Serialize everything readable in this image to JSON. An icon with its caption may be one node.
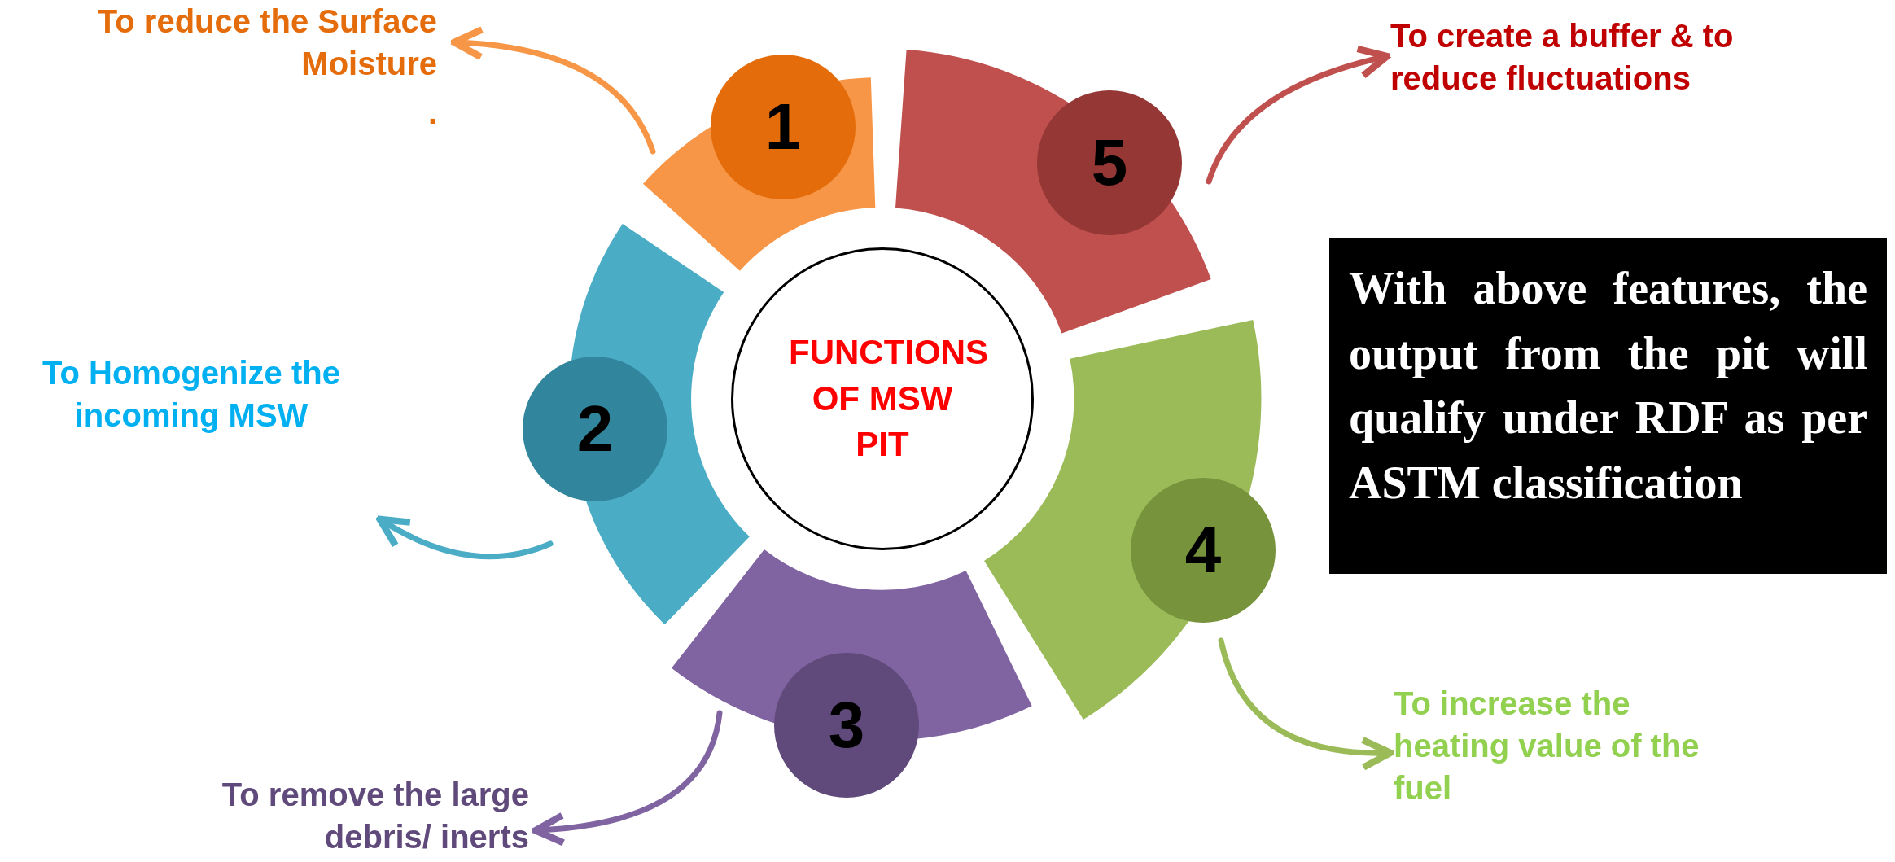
{
  "diagram": {
    "nodes": [
      {
        "text": [
          "FUNCTIONS OF MSW PIT"
        ]
      },
      {
        "text": [
          "1"
        ]
      },
      {
        "text": [
          "2"
        ]
      },
      {
        "text": [
          "3"
        ]
      },
      {
        "text": [
          "4"
        ]
      },
      {
        "text": [
          "5"
        ]
      },
      {
        "text": [
          "To reduce the Surface Moisture"
        ]
      },
      {
        "text": [
          "To Homogenize the incoming MSW"
        ]
      },
      {
        "text": [
          "To remove the large debris/ inerts"
        ]
      },
      {
        "text": [
          "To increase the heating value of the fuel"
        ]
      },
      {
        "text": [
          "To create a buffer & to reduce fluctuations"
        ]
      },
      {
        "text": [
          "With above features, the output from the pit will qualify under RDF as per ASTM classification"
        ]
      }
    ],
    "edges": [
      {
        "from": 1,
        "to": 6,
        "arrow": "to",
        "color": "#f79646"
      },
      {
        "from": 2,
        "to": 7,
        "arrow": "to",
        "color": "#4bacc6"
      },
      {
        "from": 3,
        "to": 8,
        "arrow": "to",
        "color": "#8064a2"
      },
      {
        "from": 4,
        "to": 9,
        "arrow": "to",
        "color": "#9bbb59"
      },
      {
        "from": 5,
        "to": 10,
        "arrow": "to",
        "color": "#c0504d"
      }
    ],
    "labels": [
      "."
    ]
  }
}
